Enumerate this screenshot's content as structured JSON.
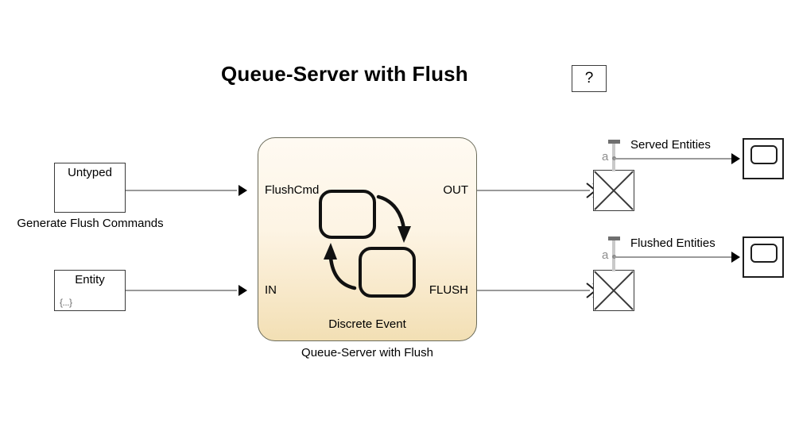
{
  "page": {
    "title": "Queue-Server with Flush",
    "help_label": "?",
    "background_color": "#ffffff"
  },
  "colors": {
    "subsystem_fill_top": "#fffaf2",
    "subsystem_fill_bottom": "#f2dfb4",
    "subsystem_border": "#6b6b5a",
    "wire": "#9a9a9a",
    "block_border": "#3a3a3a",
    "probe_gray": "#8d8d8d",
    "text": "#000000"
  },
  "sources": [
    {
      "id": "generate-flush-commands",
      "top_label": "Untyped",
      "corner_glyph": "",
      "name": "Generate Flush Commands"
    },
    {
      "id": "entity-generator",
      "top_label": "Entity",
      "corner_glyph": "{...}",
      "name": ""
    }
  ],
  "subsystem": {
    "inner_label": "Discrete Event",
    "name": "Queue-Server with Flush",
    "input_ports": [
      {
        "label": "FlushCmd"
      },
      {
        "label": "IN"
      }
    ],
    "output_ports": [
      {
        "label": "OUT"
      },
      {
        "label": "FLUSH"
      }
    ],
    "icon": "stateflow-chart-icon"
  },
  "branches": [
    {
      "id": "served",
      "terminator_icon": "entity-terminator-x-icon",
      "probe_letter": "a",
      "signal_label": "Served Entities",
      "scope_icon": "scope-icon"
    },
    {
      "id": "flushed",
      "terminator_icon": "entity-terminator-x-icon",
      "probe_letter": "a",
      "signal_label": "Flushed Entities",
      "scope_icon": "scope-icon"
    }
  ]
}
